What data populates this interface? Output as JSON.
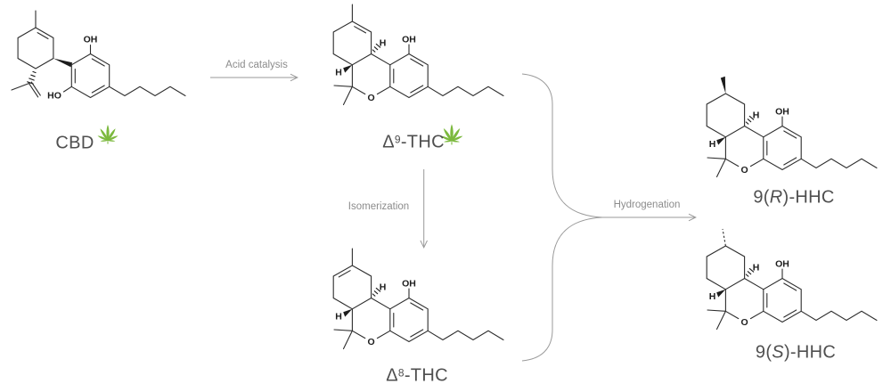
{
  "molecules": {
    "cbd": {
      "label": "CBD"
    },
    "d9_thc": {
      "label_delta": "Δ",
      "label_sup": "9",
      "label_rest": "-THC"
    },
    "d8_thc": {
      "label_delta": "Δ",
      "label_sup": "8",
      "label_rest": "-THC"
    },
    "hhc_r": {
      "label_pre": "9(",
      "label_stereo": "R",
      "label_post": ")-HHC"
    },
    "hhc_s": {
      "label_pre": "9(",
      "label_stereo": "S",
      "label_post": ")-HHC"
    }
  },
  "reactions": {
    "acid_catalysis": {
      "label": "Acid catalysis"
    },
    "isomerization": {
      "label": "Isomerization"
    },
    "hydrogenation": {
      "label": "Hydrogenation"
    }
  },
  "atom_labels": {
    "hydroxyl": "OH",
    "hydroxyl_left": "HO",
    "oxygen": "O",
    "hydrogen": "H"
  },
  "icons": {
    "cannabis_leaf": "cannabis-leaf"
  },
  "colors": {
    "bond": "#2d2d2d",
    "arrow": "#9a9a9a",
    "molecule_label": "#4f4f4f",
    "reaction_label": "#8c8c8c",
    "leaf": "#7cb93e",
    "background": "#ffffff"
  }
}
